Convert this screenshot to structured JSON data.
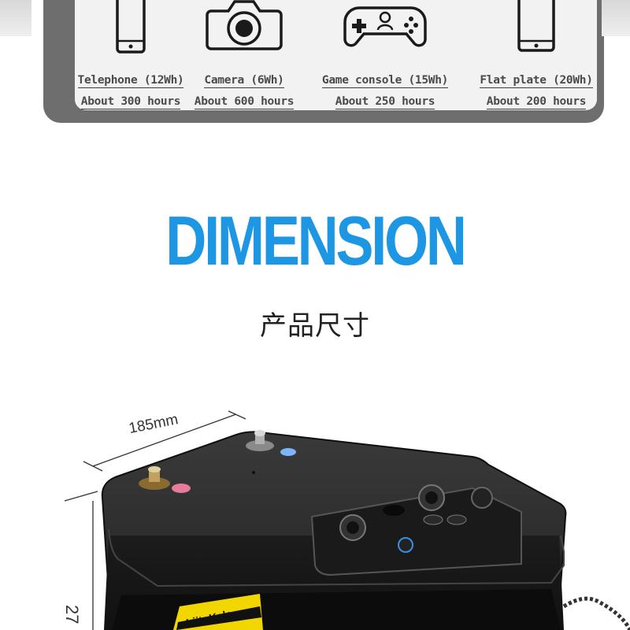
{
  "devices": [
    {
      "name": "Telephone (12Wh)",
      "hours": "About 300 hours",
      "icon": "phone-icon"
    },
    {
      "name": "Camera (6Wh)",
      "hours": "About 600 hours",
      "icon": "camera-icon"
    },
    {
      "name": "Game console (15Wh)",
      "hours": "About 250 hours",
      "icon": "gamepad-icon"
    },
    {
      "name": "Flat plate (20Wh)",
      "hours": "About 200 hours",
      "icon": "tablet-icon"
    }
  ],
  "heading": {
    "title": "DIMENSION",
    "subtitle": "产品尺寸"
  },
  "product": {
    "width_label": "185mm",
    "height_label": "27",
    "brand": "LiitoKala"
  },
  "colors": {
    "title": "#1d97e3",
    "panel_frame": "#6e6e6e",
    "panel_bg": "#f2f2f2",
    "battery": "#2b2b2b"
  }
}
